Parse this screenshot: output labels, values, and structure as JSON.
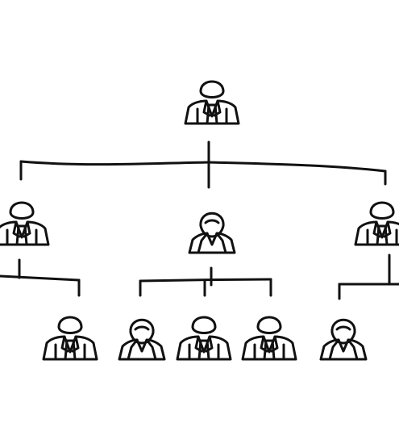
{
  "diagram": {
    "type": "org-chart",
    "line_color": "#111111",
    "background": "#ffffff",
    "levels": [
      {
        "level": 1,
        "nodes": [
          {
            "id": "top",
            "icon": "businessman-icon"
          }
        ]
      },
      {
        "level": 2,
        "nodes": [
          {
            "id": "left-manager",
            "icon": "businessman-icon",
            "parent": "top"
          },
          {
            "id": "center-manager",
            "icon": "businesswoman-icon",
            "parent": "top"
          },
          {
            "id": "right-manager",
            "icon": "businessman-icon",
            "parent": "top"
          }
        ]
      },
      {
        "level": 3,
        "nodes": [
          {
            "id": "staff-1",
            "icon": "businessman-icon",
            "parent": "left-manager"
          },
          {
            "id": "staff-2",
            "icon": "businesswoman-icon",
            "parent": "center-manager"
          },
          {
            "id": "staff-3",
            "icon": "businessman-icon",
            "parent": "center-manager"
          },
          {
            "id": "staff-4",
            "icon": "businessman-icon",
            "parent": "center-manager"
          },
          {
            "id": "staff-5",
            "icon": "businesswoman-icon",
            "parent": "right-manager"
          }
        ]
      }
    ]
  }
}
